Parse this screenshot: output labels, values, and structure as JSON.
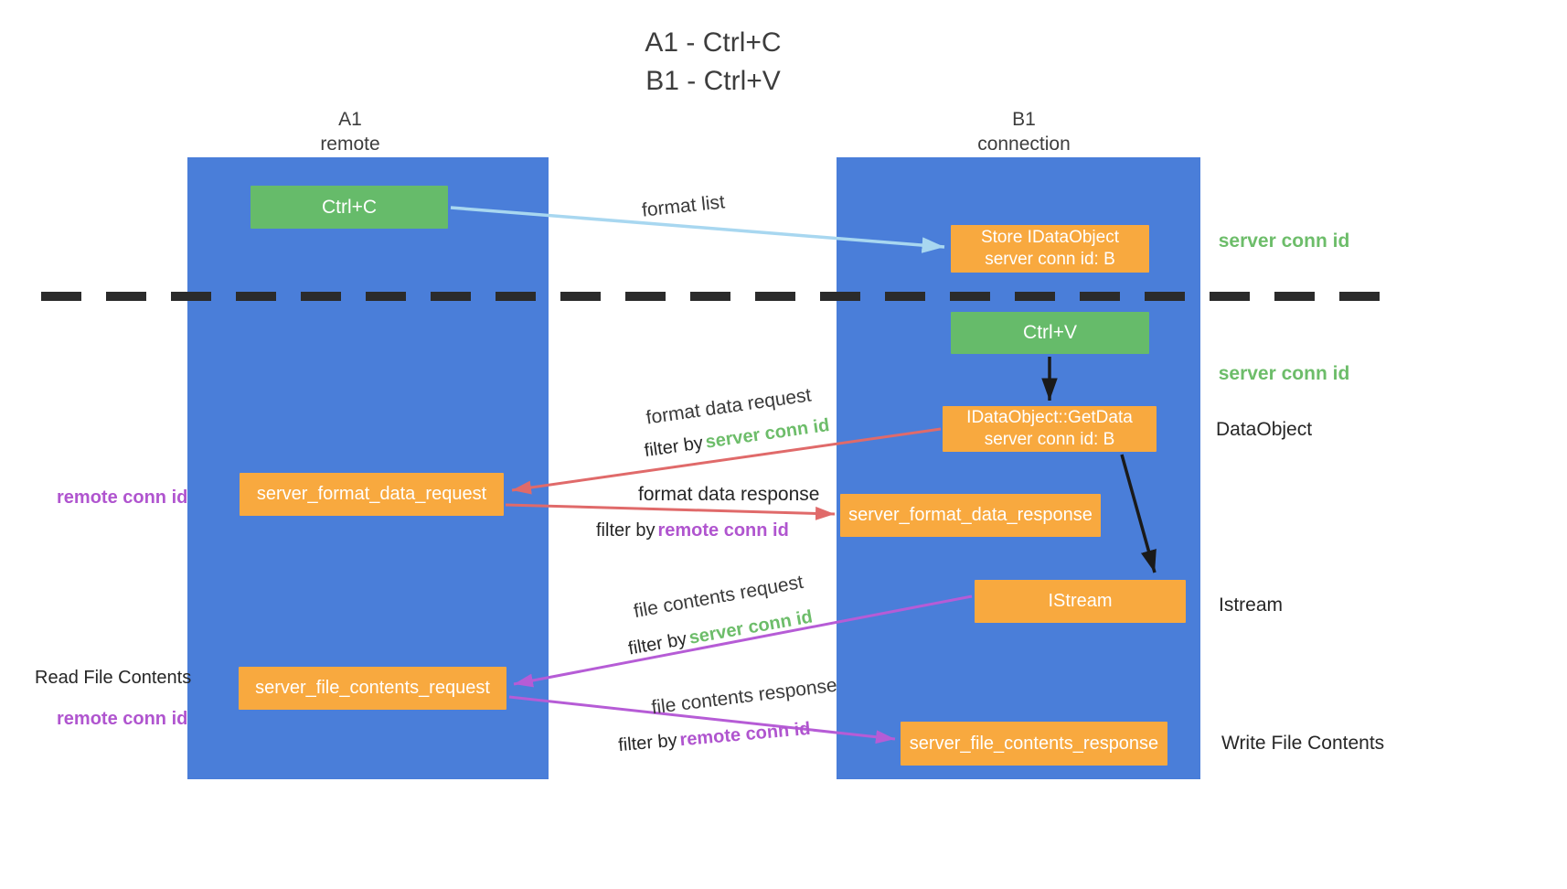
{
  "title": {
    "line1": "A1 - Ctrl+C",
    "line2": "B1 - Ctrl+V"
  },
  "lanes": {
    "left": {
      "name": "A1",
      "subtitle": "remote"
    },
    "right": {
      "name": "B1",
      "subtitle": "connection"
    }
  },
  "boxes": {
    "ctrl_c": {
      "label": "Ctrl+C"
    },
    "store_idataobject": {
      "line1": "Store IDataObject",
      "line2": "server conn id: B"
    },
    "ctrl_v": {
      "label": "Ctrl+V"
    },
    "getdata": {
      "line1": "IDataObject::GetData",
      "line2": "server conn id: B"
    },
    "format_request": {
      "label": "server_format_data_request"
    },
    "format_response": {
      "label": "server_format_data_response"
    },
    "istream": {
      "label": "IStream"
    },
    "file_request": {
      "label": "server_file_contents_request"
    },
    "file_response": {
      "label": "server_file_contents_response"
    }
  },
  "side_labels": {
    "server_conn_id_top": "server conn id",
    "server_conn_id_mid": "server conn id",
    "dataobject": "DataObject",
    "istream": "Istream",
    "read_file_contents": "Read File Contents",
    "write_file_contents": "Write File Contents",
    "remote_conn_id_top": "remote conn id",
    "remote_conn_id_bottom": "remote conn id"
  },
  "arrows": {
    "format_list": {
      "label": "format list"
    },
    "format_data_request": {
      "label": "format data request",
      "filter_prefix": "filter by",
      "filter_value": "server conn id"
    },
    "format_data_response": {
      "label": "format data response",
      "filter_prefix": "filter by",
      "filter_value": "remote conn id"
    },
    "file_contents_request": {
      "label": "file contents request",
      "filter_prefix": "filter by",
      "filter_value": "server conn id"
    },
    "file_contents_response": {
      "label": "file contents response",
      "filter_prefix": "filter by",
      "filter_value": "remote conn id"
    }
  },
  "colors": {
    "lane_blue": "#4A7ED9",
    "box_green": "#66BB6A",
    "box_orange": "#F8A93F",
    "label_green": "#6DBD6A",
    "label_purple": "#B055CF",
    "arrow_red": "#E06A6A",
    "arrow_purple": "#B65CD6",
    "arrow_lightblue": "#A8D7F0",
    "arrow_black": "#1A1A1A",
    "divider_black": "#2B2B2B"
  }
}
